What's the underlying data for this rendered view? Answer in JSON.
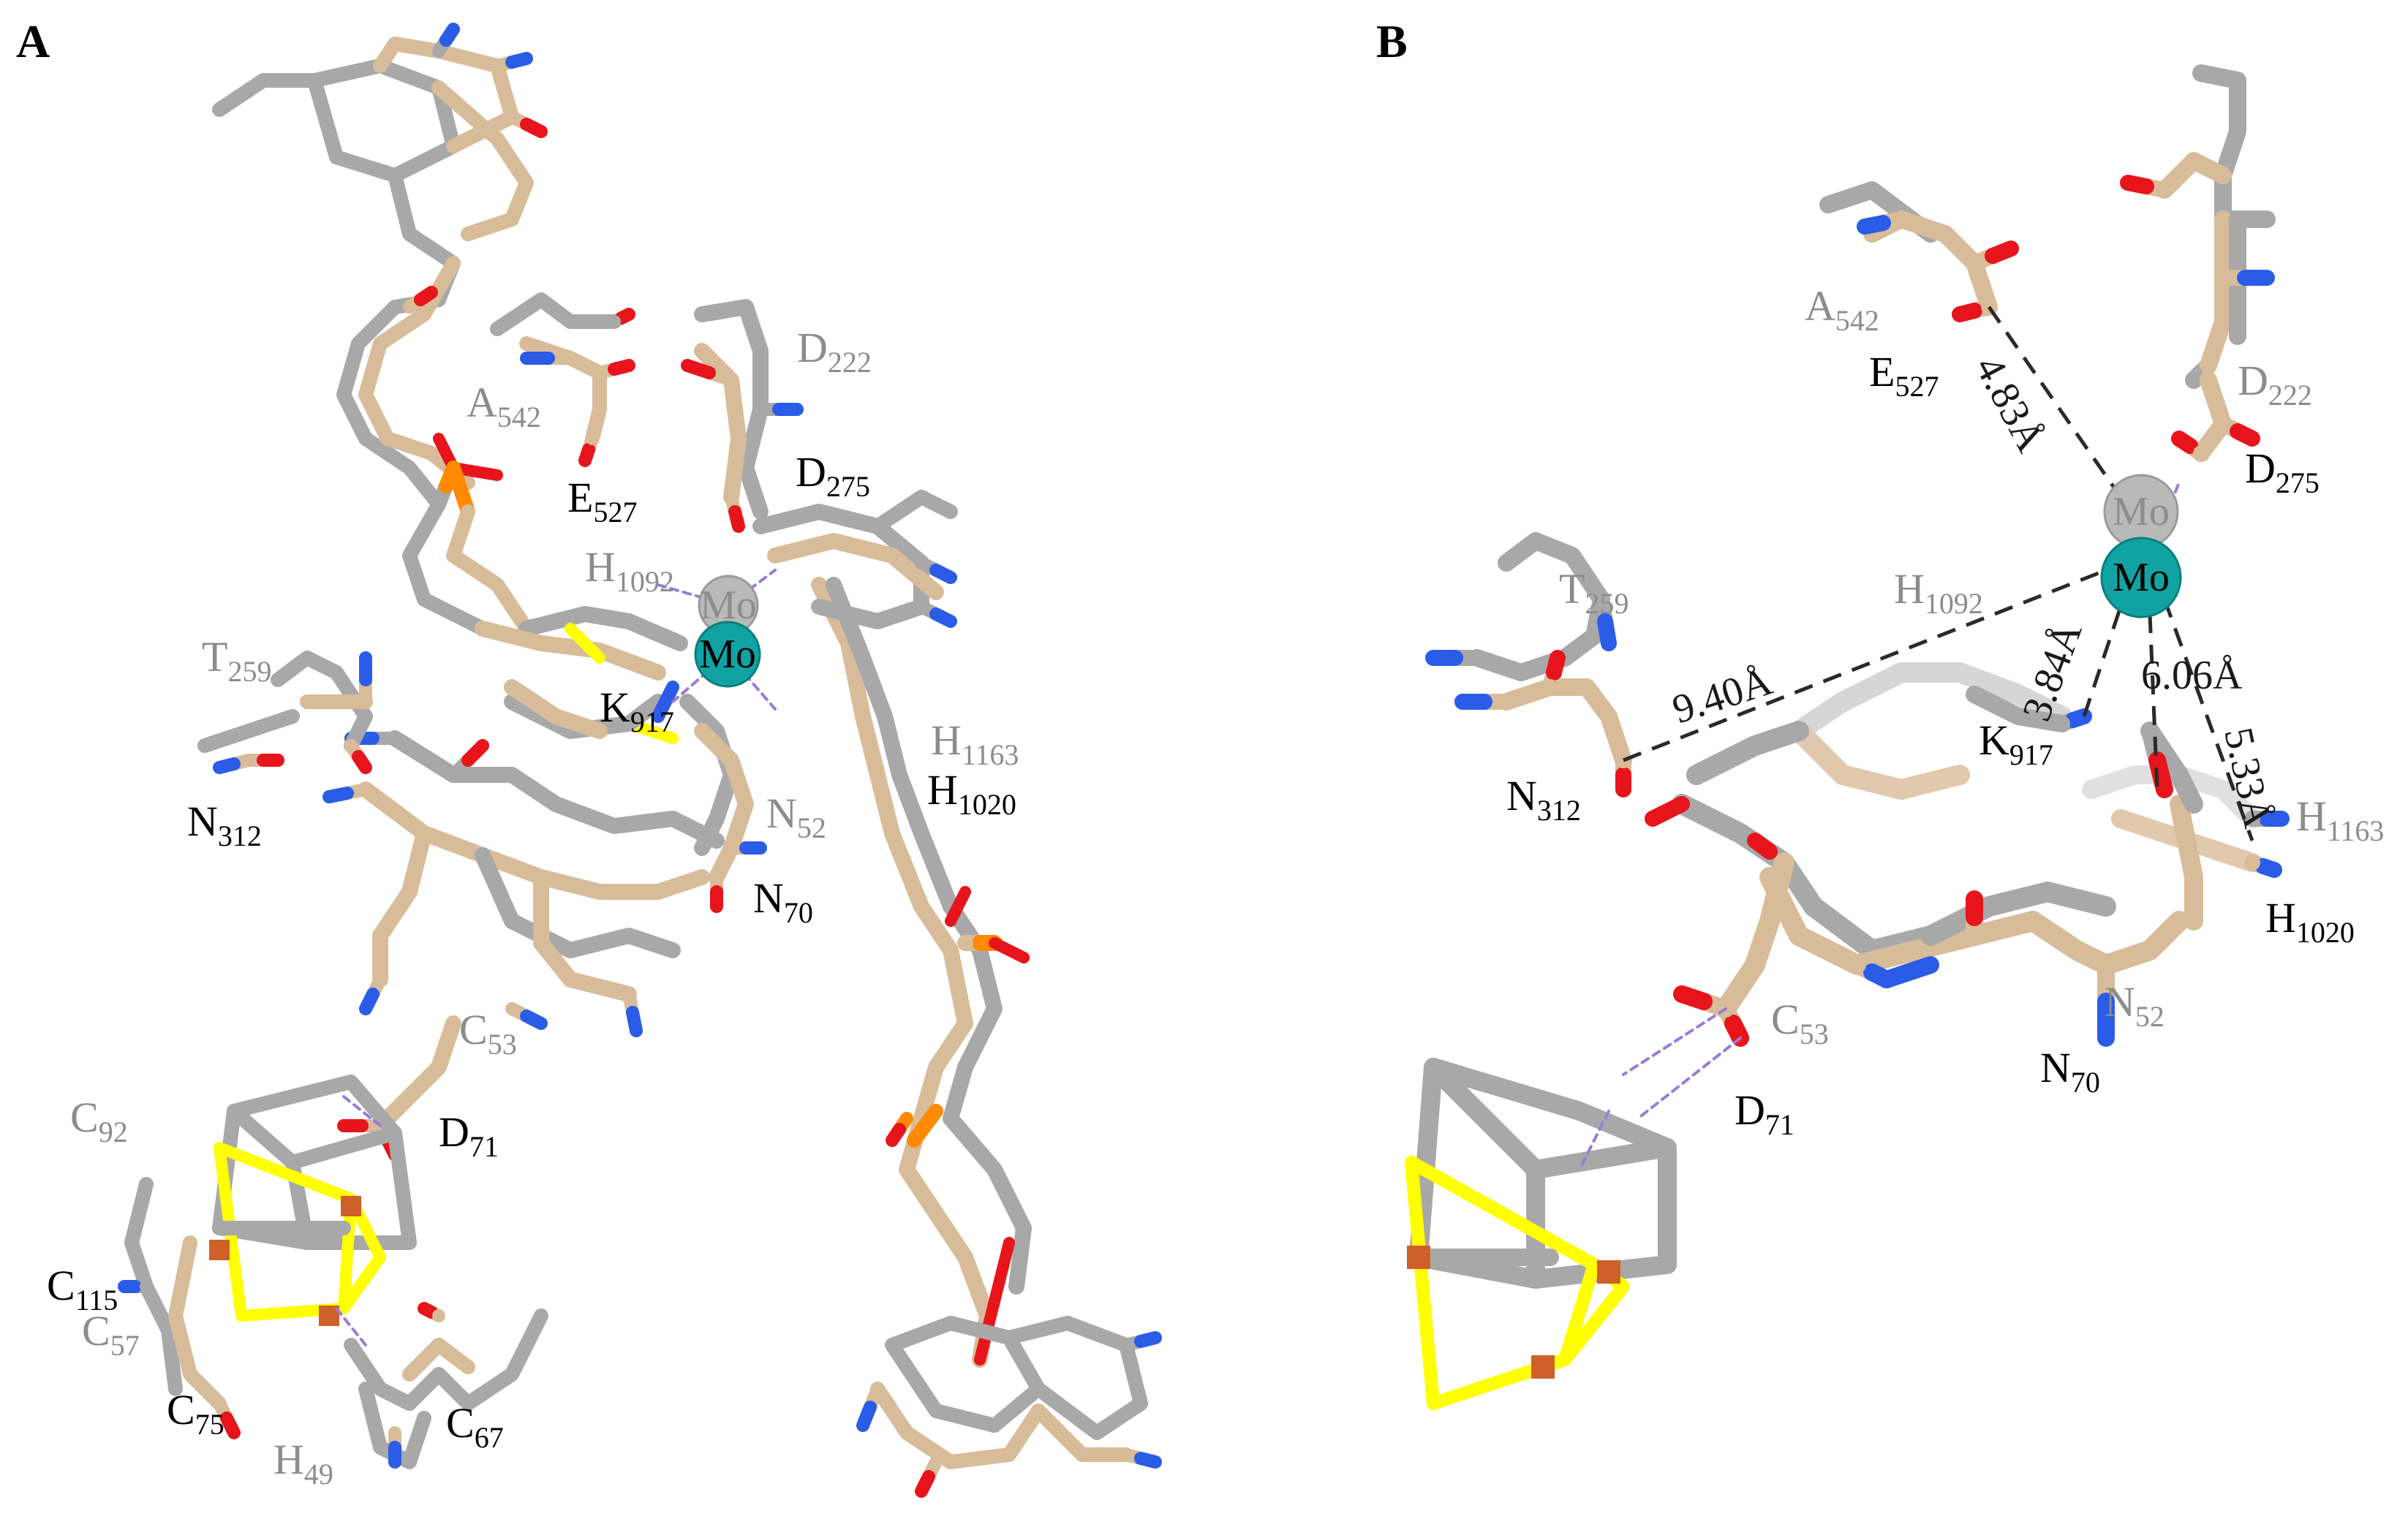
{
  "panels": [
    {
      "id": "A",
      "label": "A"
    },
    {
      "id": "B",
      "label": "B"
    }
  ],
  "colors": {
    "carbon_ref": "#a8a8a8",
    "carbon_model": "#d8bc99",
    "oxygen": "#e8141c",
    "nitrogen": "#2a5ce8",
    "sulfur": "#ffff00",
    "phosphorus": "#ff8a00",
    "iron": "#d0602a",
    "mo_ref": "#b9b9b9",
    "mo_model": "#11a3a3",
    "label_model": "#000000",
    "label_ref": "#8c8c8c"
  },
  "panel_a": {
    "metal_labels": {
      "ref": "Mo",
      "model": "Mo"
    },
    "labels": [
      {
        "key": "D222",
        "base": "D",
        "sub": "222",
        "tone": "gray"
      },
      {
        "key": "A542",
        "base": "A",
        "sub": "542",
        "tone": "gray"
      },
      {
        "key": "D275",
        "base": "D",
        "sub": "275",
        "tone": "black"
      },
      {
        "key": "E527",
        "base": "E",
        "sub": "527",
        "tone": "black"
      },
      {
        "key": "H1092",
        "base": "H",
        "sub": "1092",
        "tone": "gray"
      },
      {
        "key": "T259",
        "base": "T",
        "sub": "259",
        "tone": "gray"
      },
      {
        "key": "K917",
        "base": "K",
        "sub": "917",
        "tone": "black"
      },
      {
        "key": "H1163",
        "base": "H",
        "sub": "1163",
        "tone": "gray"
      },
      {
        "key": "H1020",
        "base": "H",
        "sub": "1020",
        "tone": "black"
      },
      {
        "key": "N312",
        "base": "N",
        "sub": "312",
        "tone": "black"
      },
      {
        "key": "N52",
        "base": "N",
        "sub": "52",
        "tone": "gray"
      },
      {
        "key": "N70",
        "base": "N",
        "sub": "70",
        "tone": "black"
      },
      {
        "key": "C53",
        "base": "C",
        "sub": "53",
        "tone": "gray"
      },
      {
        "key": "C92",
        "base": "C",
        "sub": "92",
        "tone": "gray"
      },
      {
        "key": "D71",
        "base": "D",
        "sub": "71",
        "tone": "black"
      },
      {
        "key": "C115",
        "base": "C",
        "sub": "115",
        "tone": "black"
      },
      {
        "key": "C57",
        "base": "C",
        "sub": "57",
        "tone": "gray"
      },
      {
        "key": "C67",
        "base": "C",
        "sub": "67",
        "tone": "black"
      },
      {
        "key": "C75",
        "base": "C",
        "sub": "75",
        "tone": "black"
      },
      {
        "key": "H49",
        "base": "H",
        "sub": "49",
        "tone": "gray"
      }
    ]
  },
  "panel_b": {
    "metal_labels": {
      "ref": "Mo",
      "model": "Mo"
    },
    "labels": [
      {
        "key": "A542",
        "base": "A",
        "sub": "542",
        "tone": "gray"
      },
      {
        "key": "E527",
        "base": "E",
        "sub": "527",
        "tone": "black"
      },
      {
        "key": "D222",
        "base": "D",
        "sub": "222",
        "tone": "gray"
      },
      {
        "key": "D275",
        "base": "D",
        "sub": "275",
        "tone": "black"
      },
      {
        "key": "T259",
        "base": "T",
        "sub": "259",
        "tone": "gray"
      },
      {
        "key": "H1092",
        "base": "H",
        "sub": "1092",
        "tone": "gray"
      },
      {
        "key": "N312",
        "base": "N",
        "sub": "312",
        "tone": "black"
      },
      {
        "key": "K917",
        "base": "K",
        "sub": "917",
        "tone": "black"
      },
      {
        "key": "H1163",
        "base": "H",
        "sub": "1163",
        "tone": "gray"
      },
      {
        "key": "H1020",
        "base": "H",
        "sub": "1020",
        "tone": "black"
      },
      {
        "key": "C53",
        "base": "C",
        "sub": "53",
        "tone": "gray"
      },
      {
        "key": "N52",
        "base": "N",
        "sub": "52",
        "tone": "gray"
      },
      {
        "key": "D71",
        "base": "D",
        "sub": "71",
        "tone": "black"
      },
      {
        "key": "N70",
        "base": "N",
        "sub": "70",
        "tone": "black"
      }
    ],
    "distances": [
      {
        "key": "E527-Mo",
        "text": "4.83Å"
      },
      {
        "key": "N312-Mo",
        "text": "9.40Å"
      },
      {
        "key": "K917-Mo",
        "text": "3.84Å"
      },
      {
        "key": "Mo-H1020-a",
        "text": "6.06Å"
      },
      {
        "key": "Mo-H1020-b",
        "text": "5.33Å"
      }
    ]
  }
}
